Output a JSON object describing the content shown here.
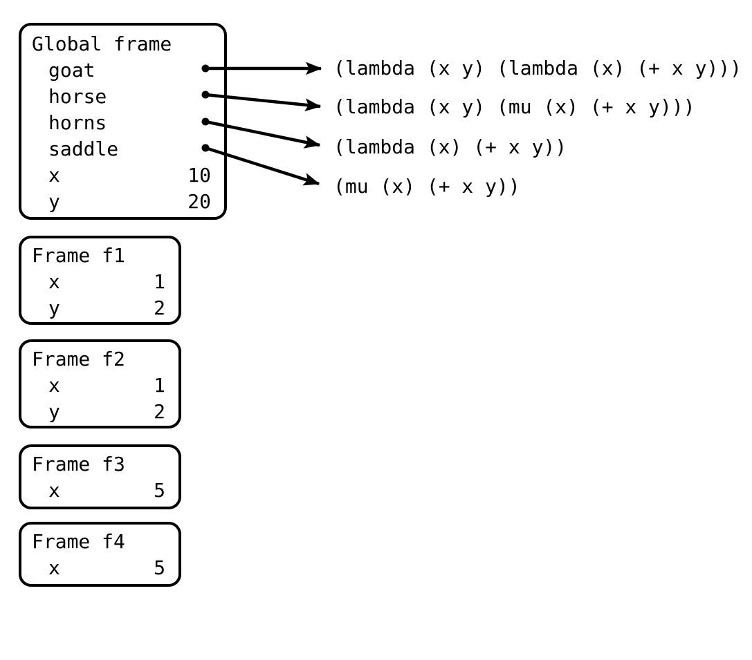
{
  "diagram": {
    "kind": "scheme-environment-diagram",
    "colors": {
      "background": "#ffffff",
      "stroke": "#000000",
      "text": "#000000"
    }
  },
  "global_frame": {
    "title": "Global frame",
    "bindings": [
      {
        "name": "goat",
        "value": "",
        "is_pointer": true
      },
      {
        "name": "horse",
        "value": "",
        "is_pointer": true
      },
      {
        "name": "horns",
        "value": "",
        "is_pointer": true
      },
      {
        "name": "saddle",
        "value": "",
        "is_pointer": true
      },
      {
        "name": "x",
        "value": "10",
        "is_pointer": false
      },
      {
        "name": "y",
        "value": "20",
        "is_pointer": false
      }
    ]
  },
  "frames": [
    {
      "title": "Frame f1",
      "bindings": [
        {
          "name": "x",
          "value": "1"
        },
        {
          "name": "y",
          "value": "2"
        }
      ]
    },
    {
      "title": "Frame f2",
      "bindings": [
        {
          "name": "x",
          "value": "1"
        },
        {
          "name": "y",
          "value": "2"
        }
      ]
    },
    {
      "title": "Frame f3",
      "bindings": [
        {
          "name": "x",
          "value": "5"
        }
      ]
    },
    {
      "title": "Frame f4",
      "bindings": [
        {
          "name": "x",
          "value": "5"
        }
      ]
    }
  ],
  "expressions": [
    {
      "text": "(lambda (x y) (lambda (x) (+ x y)))",
      "from_binding": "goat"
    },
    {
      "text": "(lambda (x y) (mu (x) (+ x y)))",
      "from_binding": "horse"
    },
    {
      "text": "(lambda (x) (+ x y))",
      "from_binding": "horns"
    },
    {
      "text": "(mu (x) (+ x y))",
      "from_binding": "saddle"
    }
  ]
}
